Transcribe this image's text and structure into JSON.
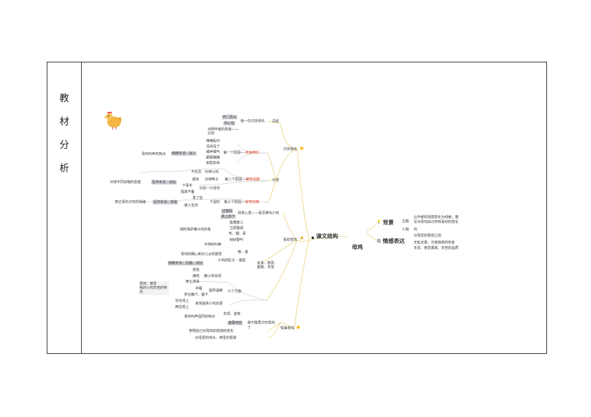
{
  "row_label": [
    "教",
    "材",
    "分",
    "析"
  ],
  "mindmap": {
    "root": "母鸡",
    "structure": "课文结构",
    "bg_title": "背景",
    "bg_theme_k": "主题",
    "bg_theme_v1": "以作者的情感变化为线索，描",
    "bg_theme_v2": "写对母鸡由讨厌到喜欢的变化",
    "bg_people_k": "人物",
    "bg_people_v": "鸡",
    "emo_title": "情感表达",
    "emo_1": "对母爱的赞颂之情",
    "emo_2": "无私无畏、日夜操劳的形象",
    "emo_3": "负责、慈爱勇敢、辛苦的品质",
    "b1": "讨厌母鸡",
    "b1_zs": "总起",
    "b1_zs_1": "我一向讨厌母鸡",
    "b1_zs_2a": "开门见山",
    "b1_zs_2b": "中心句",
    "b1_fs": "分述",
    "b1_r1_a": "点明作者的态度——",
    "b1_r1_b": "讨厌",
    "b1_r1_main": "第一个原因——",
    "b1_r1_red": "无病呻吟",
    "b1_r1_i1": "嘀嘀乱叫",
    "b1_r1_i2": "没完没了",
    "b1_r1_i3": "细声细气",
    "b1_r1_i4": "颤颤巍巍",
    "b1_r1_i5": "如怨如诉",
    "b1_r1_tech": "修辞手法：拟人",
    "b1_r1_feat": "母鸡叫声的特点",
    "b1_r2_main": "第二个原因——",
    "b1_r2_red": "欺软怕硬",
    "b1_r2_a1": "不反抗",
    "b1_r2_a2": "对待公鸡",
    "b1_r2_b1": "欺负",
    "b1_r2_b2": "对待鸭子",
    "b1_r2_c1": "下毒手",
    "b1_r2_c2": "提其不备",
    "b1_r2_c3": "对另一只母鸡",
    "b1_r2_tech": "写作手法：对比",
    "b1_r2_note": "对待不同动物的态度",
    "b1_r3_main": "第三个原因——",
    "b1_r3_red": "好奇炫耀",
    "b1_r3_a1": "发了狂",
    "b1_r3_a2": "使人生厌",
    "b1_r3_sub": "下蛋时",
    "b1_r3_tech": "写作手法：夸张",
    "b1_r3_note": "表达母鸡讨厌的情绪",
    "b2": "喜欢母鸡",
    "b2_turn_a": "过渡段",
    "b2_turn_b": "承上启下",
    "b2_turn_c": "改变心意——看见孵出小鸡",
    "b2_q1": "挺着脖儿",
    "b2_q2": "立即警戒",
    "b2_q3": "听、腿、看",
    "b2_q4": "咕咕警叫",
    "b2_q_note": "随时保护雏子的形象",
    "b2_q5": "不停的叫唤",
    "b2_q6": "啄、拨",
    "b2_q6_note": "母鸡的细心和对儿女的慈爱",
    "b2_q7": "小鸡的肚子：滚圆",
    "b2_q_group": "负责、慈爱、勇敢、辛苦",
    "b2_s_tech": "修辞手法：比喻、对比",
    "b2_s1": "领他",
    "b2_s2": "教小鸡本领",
    "b2_s3": "满地",
    "b2_s4": "用土洗澡",
    "b2_s5": "半睡",
    "b2_s6": "提供温暖",
    "b2_s7": "挤在胸下、腿下",
    "b2_s8": "伏在地上",
    "b2_s9": "两位翅上",
    "b2_s10": "身体提供小鸡玩耍",
    "b2_s_group": "三个方面",
    "b2_s_note_a": "母鸡：慈爱",
    "b2_s_note_b": "我的小鸡辛苦的特点",
    "b2_s11": "实现、逮幸",
    "b2_s11_note": "母鸡叫声强烈的特点",
    "b3": "赞美母鸡",
    "b3_main_a": "我不敢再讨厌母鸡",
    "b3_main_b": "了",
    "b3_tag": "首尾呼应",
    "b3_note1": "表明自己对母鸡的情感的变化",
    "b3_note2": "对母爱的伟大、神圣的赞歌"
  }
}
